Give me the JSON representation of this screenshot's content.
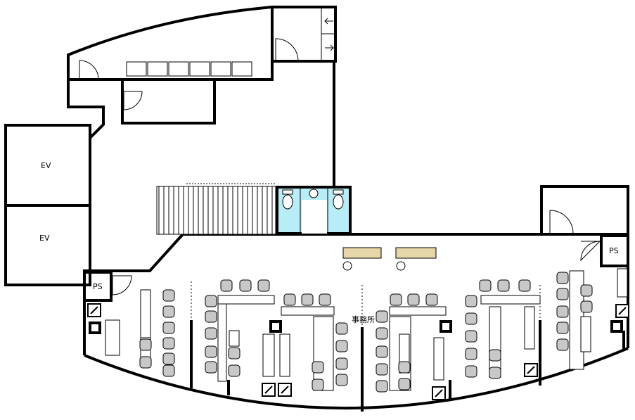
{
  "plan": {
    "labels": {
      "ev_upper": "EV",
      "ev_lower": "EV",
      "ps_left": "PS",
      "ps_right": "PS",
      "office": "事務所"
    },
    "colors": {
      "wall": "#000000",
      "restroom": "#b8ecf6",
      "counter": "#e6d6a8",
      "chair": "#c8c8c8"
    }
  }
}
